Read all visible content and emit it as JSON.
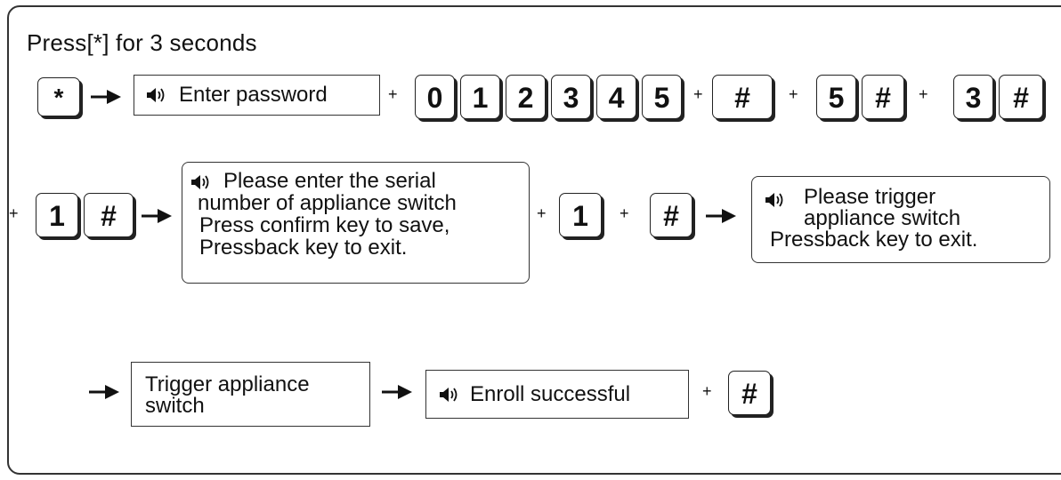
{
  "title": "Press[*] for 3 seconds",
  "symbols": {
    "plus": "+",
    "arrow_icon": "right-arrow-icon",
    "speaker_icon": "speaker-icon"
  },
  "keys": {
    "star": "*",
    "d0": "0",
    "d1": "1",
    "d2": "2",
    "d3": "3",
    "d4": "4",
    "d5": "5",
    "hash": "#"
  },
  "row1": {
    "prompt": "Enter password"
  },
  "row2": {
    "prompt_lines": [
      "Please enter the serial",
      "number of appliance switch",
      "Press confirm key to save,",
      "Pressback key to exit."
    ],
    "trigger_lines": [
      "Please trigger",
      "appliance switch",
      "Pressback key to exit."
    ]
  },
  "row3": {
    "action_lines": [
      "Trigger appliance",
      "switch"
    ],
    "result": "Enroll successful"
  }
}
